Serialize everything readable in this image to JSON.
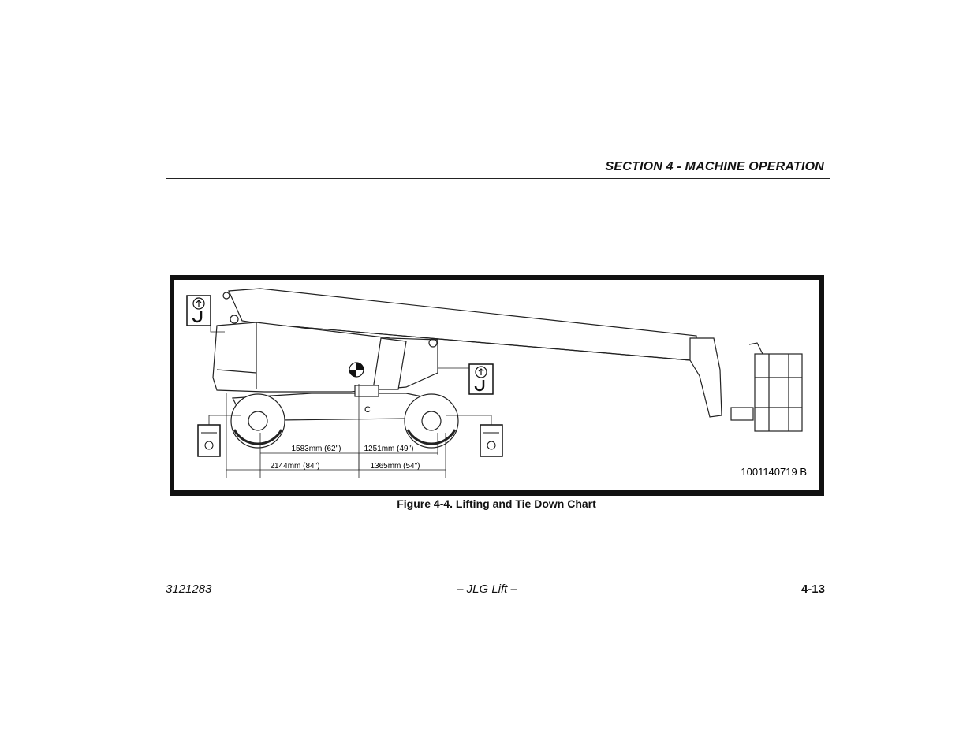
{
  "header": {
    "section_title": "SECTION 4 - MACHINE OPERATION"
  },
  "figure": {
    "caption": "Figure 4-4. Lifting and Tie Down Chart",
    "part_number": "1001140719 B",
    "centerline_symbol": "C",
    "dimensions": {
      "front_lift": "1583mm (62\")",
      "rear_lift": "1251mm (49\")",
      "front_tie": "2144mm (84\")",
      "rear_tie": "1365mm (54\")"
    },
    "icons": [
      "lift-hook-icon",
      "tie-down-icon",
      "center-of-gravity-icon"
    ]
  },
  "footer": {
    "doc_number": "3121283",
    "brand": "– JLG Lift –",
    "page_number": "4-13"
  }
}
